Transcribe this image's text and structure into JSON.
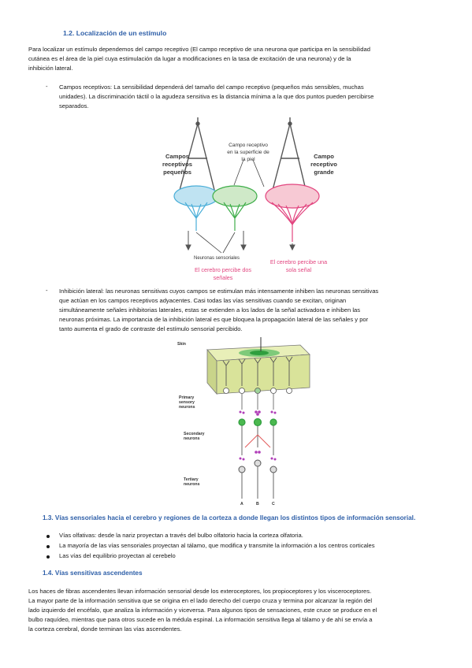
{
  "sections": {
    "s12_title": "1.2. Localización de un estímulo",
    "s13_title": "1.3.    Vías sensoriales hacia el cerebro y regiones de la corteza a donde llegan los distintos tipos de información sensorial.",
    "s14_title": "1.4.    Vías sensitivas ascendentes"
  },
  "intro": {
    "line1": "Para localizar un estímulo dependemos del campo receptivo (El campo receptivo de una neurona que participa en la sensibilidad",
    "line2": "cutánea es el área de la piel cuya estimulación da lugar a modificaciones en la tasa de excitación de una neurona) y de la",
    "line3": "inhibición lateral."
  },
  "item1": {
    "line1": "Campos receptivos: La sensibilidad dependerá del tamaño del campo receptivo (pequeños más sensibles, muchas",
    "line2": "unidades). La discriminación táctil o la agudeza sensitiva es la distancia mínima a la que dos puntos pueden percibirse",
    "line3": "separados."
  },
  "fig1": {
    "small_fields": [
      "Campos",
      "receptivos",
      "pequeños"
    ],
    "skin_field": [
      "Campo receptivo",
      "en la superficie de",
      "la piel"
    ],
    "large_field": [
      "Campo",
      "receptivo",
      "grande"
    ],
    "sensory_neurons": "Neuronas sensoriales",
    "two_signals": [
      "El cerebro percibe dos",
      "señales"
    ],
    "one_signal": [
      "El cerebro percibe una",
      "sola señal"
    ],
    "colors": {
      "blue": "#4aaed8",
      "green": "#3fae4a",
      "pink": "#e2457f"
    }
  },
  "item2": {
    "line1": "Inhibición lateral: las neuronas sensitivas cuyos campos se estimulan más intensamente inhiben las neuronas sensitivas",
    "line2": "que actúan en los campos receptivos adyacentes. Casi todas las vías sensitivas cuando se excitan, originan",
    "line3": "simultáneamente señales inhibitorias laterales, estas se extienden a los lados de la señal activadora e inhiben las",
    "line4": "neuronas próximas. La importancia de la inhibición lateral es que bloquea la propagación lateral de las señales y por",
    "line5": "tanto aumenta el grado de contraste del estímulo sensorial percibido."
  },
  "fig2": {
    "skin": "Skin",
    "primary": [
      "Primary",
      "sensory",
      "neurons"
    ],
    "secondary": [
      "Secondary",
      "neurons"
    ],
    "tertiary": [
      "Tertiary",
      "neurons"
    ],
    "letters": [
      "A",
      "B",
      "C"
    ]
  },
  "list13": [
    "Vías olfativas: desde la nariz proyectan a través del bulbo olfatorio hacia la corteza olfatoria.",
    "La mayoría de las vías sensoriales proyectan al tálamo, que modifica y transmite la información a los centros corticales",
    "Las vías del equilibrio proyectan al cerebelo"
  ],
  "s14_text": {
    "line1": "Los haces de fibras ascendentes llevan información sensorial desde los exteroceptores, los propioceptores y los visceroceptores.",
    "line2": "La mayor parte de la información sensitiva que se origina en el lado derecho del cuerpo cruza y termina por alcanzar la región del",
    "line3": "lado izquierdo del encéfalo, que analiza la información y viceversa. Para algunos tipos de sensaciones, este cruce se produce en el",
    "line4": "bulbo raquídeo, mientras que para otros sucede en la médula espinal. La información sensitiva llega al tálamo y de ahí se envía a",
    "line5": "la corteza cerebral, donde terminan las vías ascendentes."
  }
}
